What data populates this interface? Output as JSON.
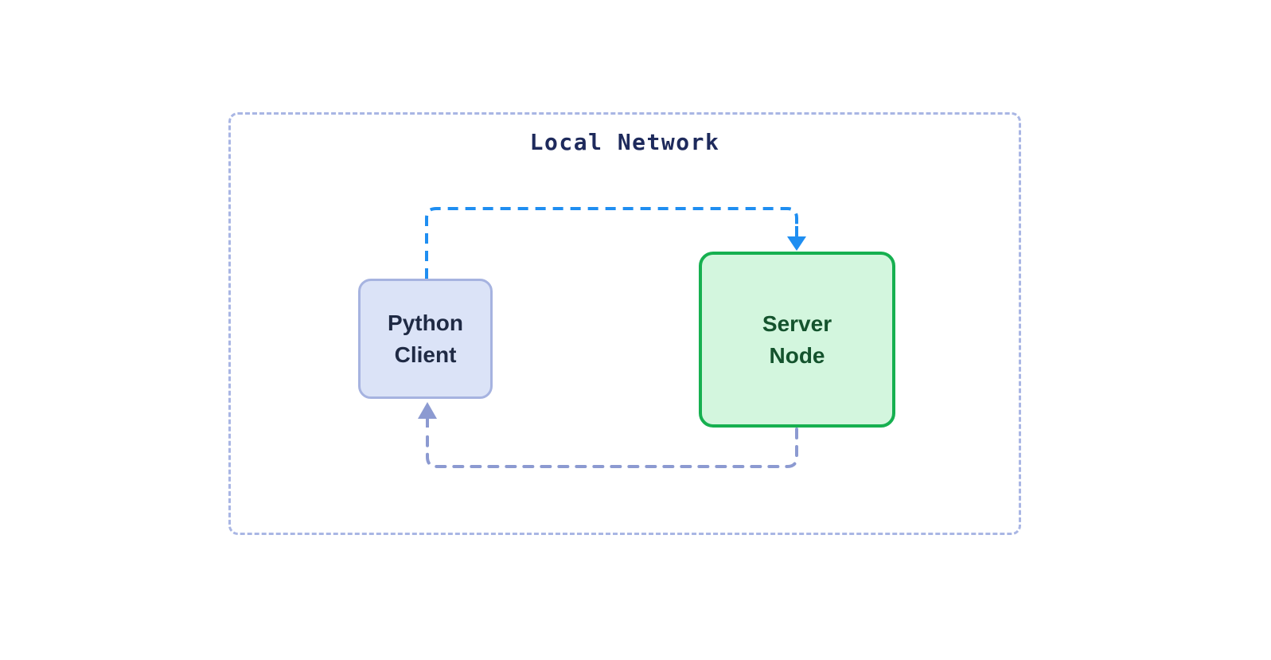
{
  "diagram": {
    "container": {
      "label": "Local Network",
      "border_color": "#a9b6e4",
      "label_color": "#1e2a5c"
    },
    "nodes": {
      "python_client": {
        "label": "Python Client",
        "fill": "#dbe3f7",
        "border_color": "#a6b3e0",
        "text_color": "#1f2a44"
      },
      "server_node": {
        "label": "Server Node",
        "fill": "#d3f6de",
        "border_color": "#16b050",
        "text_color": "#14532d"
      }
    },
    "connectors": {
      "request": {
        "from": "Python Client",
        "to": "Server Node",
        "direction": "arrow-down-into-server-node",
        "style": "dashed",
        "color": "#1f8ef1"
      },
      "response": {
        "from": "Server Node",
        "to": "Python Client",
        "direction": "arrow-up-into-python-client",
        "style": "dashed",
        "color": "#8c9ad1"
      }
    }
  }
}
